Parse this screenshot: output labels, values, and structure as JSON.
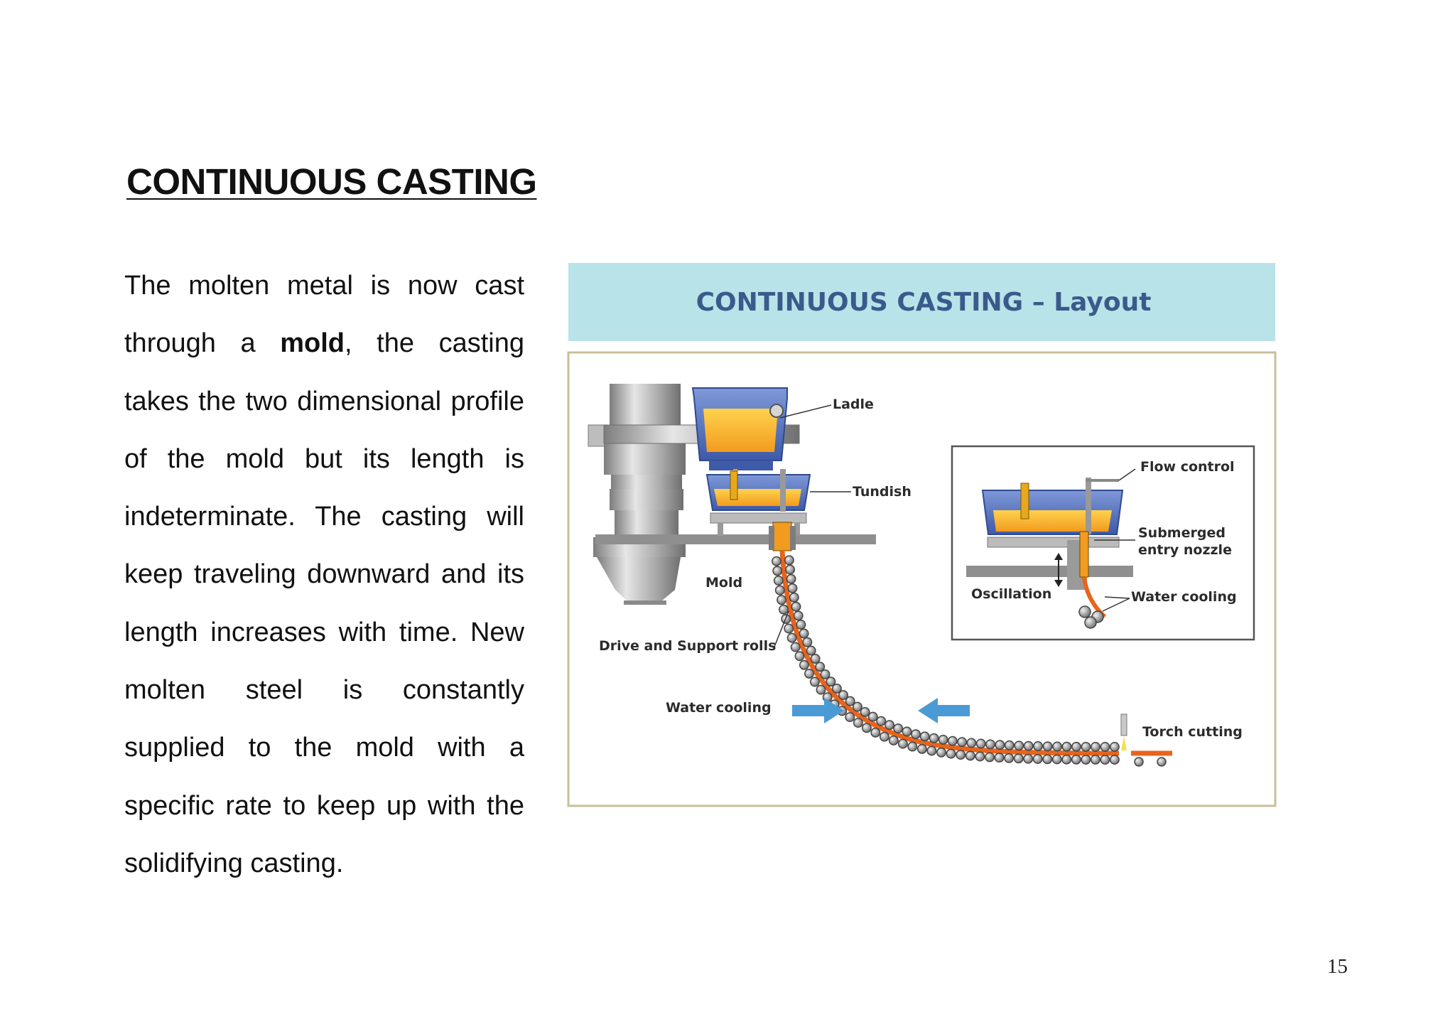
{
  "page": {
    "heading": "CONTINUOUS CASTING",
    "paragraph_before": "The molten metal is now cast through a ",
    "paragraph_bold": "mold",
    "paragraph_after": ", the casting takes the two dimensional profile of the mold but its length is indeterminate. The casting will keep traveling downward and its length increases with time. New molten steel is constantly supplied to the mold with a specific rate to keep up with the solidifying casting.",
    "page_number": "15"
  },
  "figure": {
    "banner_title": "CONTINUOUS CASTING – Layout",
    "labels": {
      "ladle": "Ladle",
      "tundish": "Tundish",
      "mold": "Mold",
      "drive_rolls": "Drive and Support rolls",
      "water_cooling": "Water cooling",
      "torch_cutting": "Torch cutting",
      "flow_control": "Flow control",
      "submerged_line1": "Submerged",
      "submerged_line2": "entry nozzle",
      "oscillation": "Oscillation",
      "inset_water_cooling": "Water cooling"
    },
    "colors": {
      "banner_bg": "#b8e3e8",
      "banner_text": "#3a5a8c",
      "frame_border": "#c8bf98",
      "molten": "#f5a623",
      "strand": "#e8641c",
      "equipment_gray": "#9a9a9a",
      "ladle_blue": "#5b78c4",
      "arrow_blue": "#4a9ad6"
    }
  }
}
